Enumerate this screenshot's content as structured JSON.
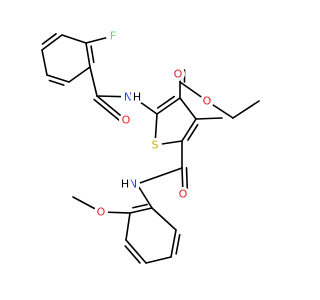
{
  "molecule": {
    "atom_labels": {
      "fluorine": "F",
      "amide_n_upper": "N",
      "amide_h_upper": "H",
      "amide_o_upper": "O",
      "ester_o_carbonyl": "O",
      "ester_o_ether": "O",
      "thiophene_s": "S",
      "amide_o_lower": "O",
      "amide_n_lower": "N",
      "amide_h_lower": "H",
      "methoxy_o": "O"
    },
    "colors": {
      "bond": "#000000",
      "carbon_text": "#000000",
      "oxygen": "#e8202a",
      "nitrogen": "#2a3cf0",
      "sulfur": "#c9b400",
      "fluorine": "#6fd36f",
      "hydrogen": "#000000"
    }
  }
}
